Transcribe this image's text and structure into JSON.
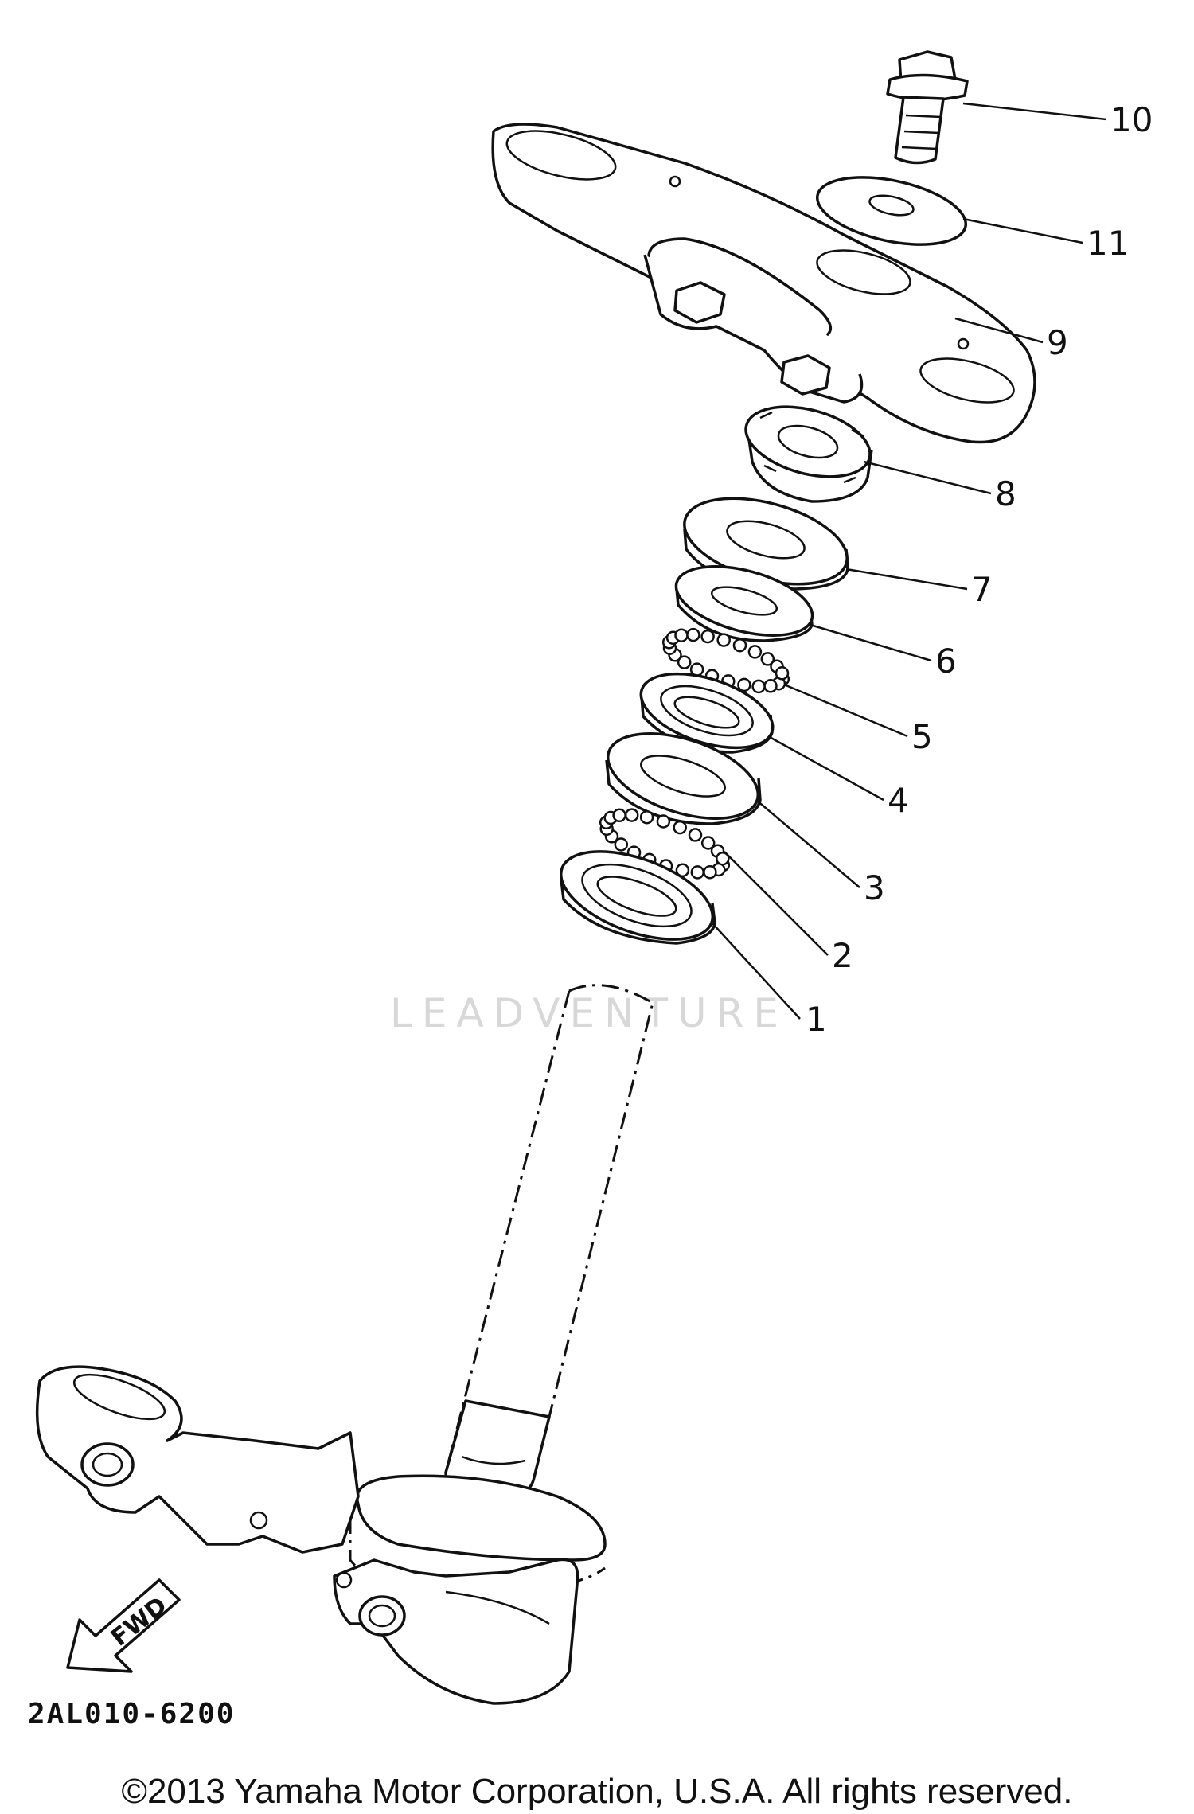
{
  "callouts": {
    "c1": "1",
    "c2": "2",
    "c3": "3",
    "c4": "4",
    "c5": "5",
    "c6": "6",
    "c7": "7",
    "c8": "8",
    "c9": "9",
    "c10": "10",
    "c11": "11"
  },
  "fwd_label": "FWD",
  "diagram_code": "2AL010-6200",
  "watermark": "LEADVENTURE",
  "copyright": "©2013 Yamaha Motor Corporation, U.S.A. All rights reserved."
}
